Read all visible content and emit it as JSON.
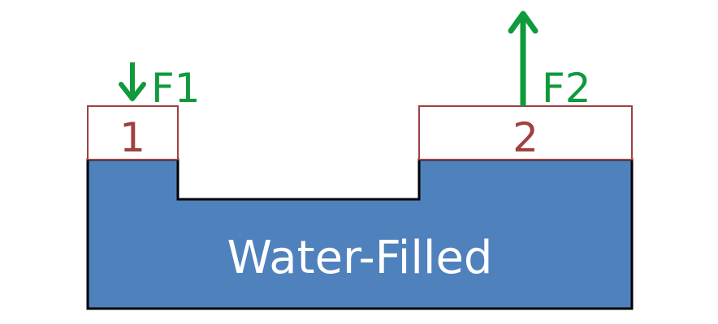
{
  "diagram": {
    "fluid_label": "Water-Filled",
    "piston_1": {
      "label": "1"
    },
    "piston_2": {
      "label": "2"
    },
    "force_1": {
      "label": "F1",
      "direction": "down"
    },
    "force_2": {
      "label": "F2",
      "direction": "up"
    },
    "colors": {
      "water": "#4f81bd",
      "outline": "#000000",
      "piston_border": "#a0413f",
      "piston_fill": "#ffffff",
      "arrow": "#0f9a3c",
      "fluid_text": "#ffffff"
    }
  }
}
